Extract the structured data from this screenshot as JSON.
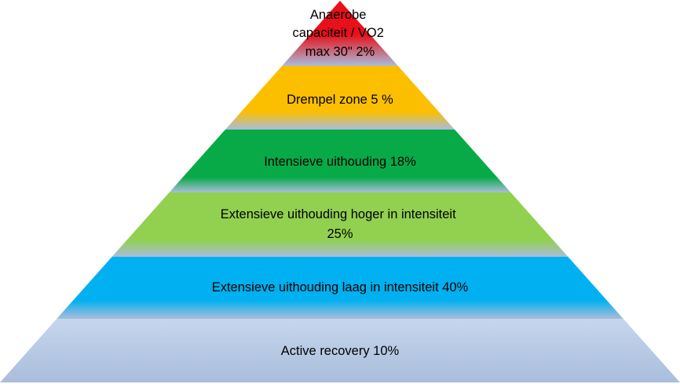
{
  "pyramid": {
    "layers": [
      {
        "lines": [
          "Anaerobe",
          "capaciteit / VO2",
          "max 30\" 2%"
        ],
        "color": "#e8101a"
      },
      {
        "lines": [
          "Drempel zone 5 %"
        ],
        "color": "#fbbf00"
      },
      {
        "lines": [
          "Intensieve uithouding 18%"
        ],
        "color": "#08aa48"
      },
      {
        "lines": [
          "Extensieve uithouding hoger in intensiteit",
          "25%"
        ],
        "color": "#92d050"
      },
      {
        "lines": [
          "Extensieve uithouding laag in intensiteit 40%"
        ],
        "color": "#00b0f0"
      },
      {
        "lines": [
          "Active recovery 10%"
        ],
        "color": "#c5d6ec"
      }
    ],
    "shadow_color": "#a9bddb"
  }
}
